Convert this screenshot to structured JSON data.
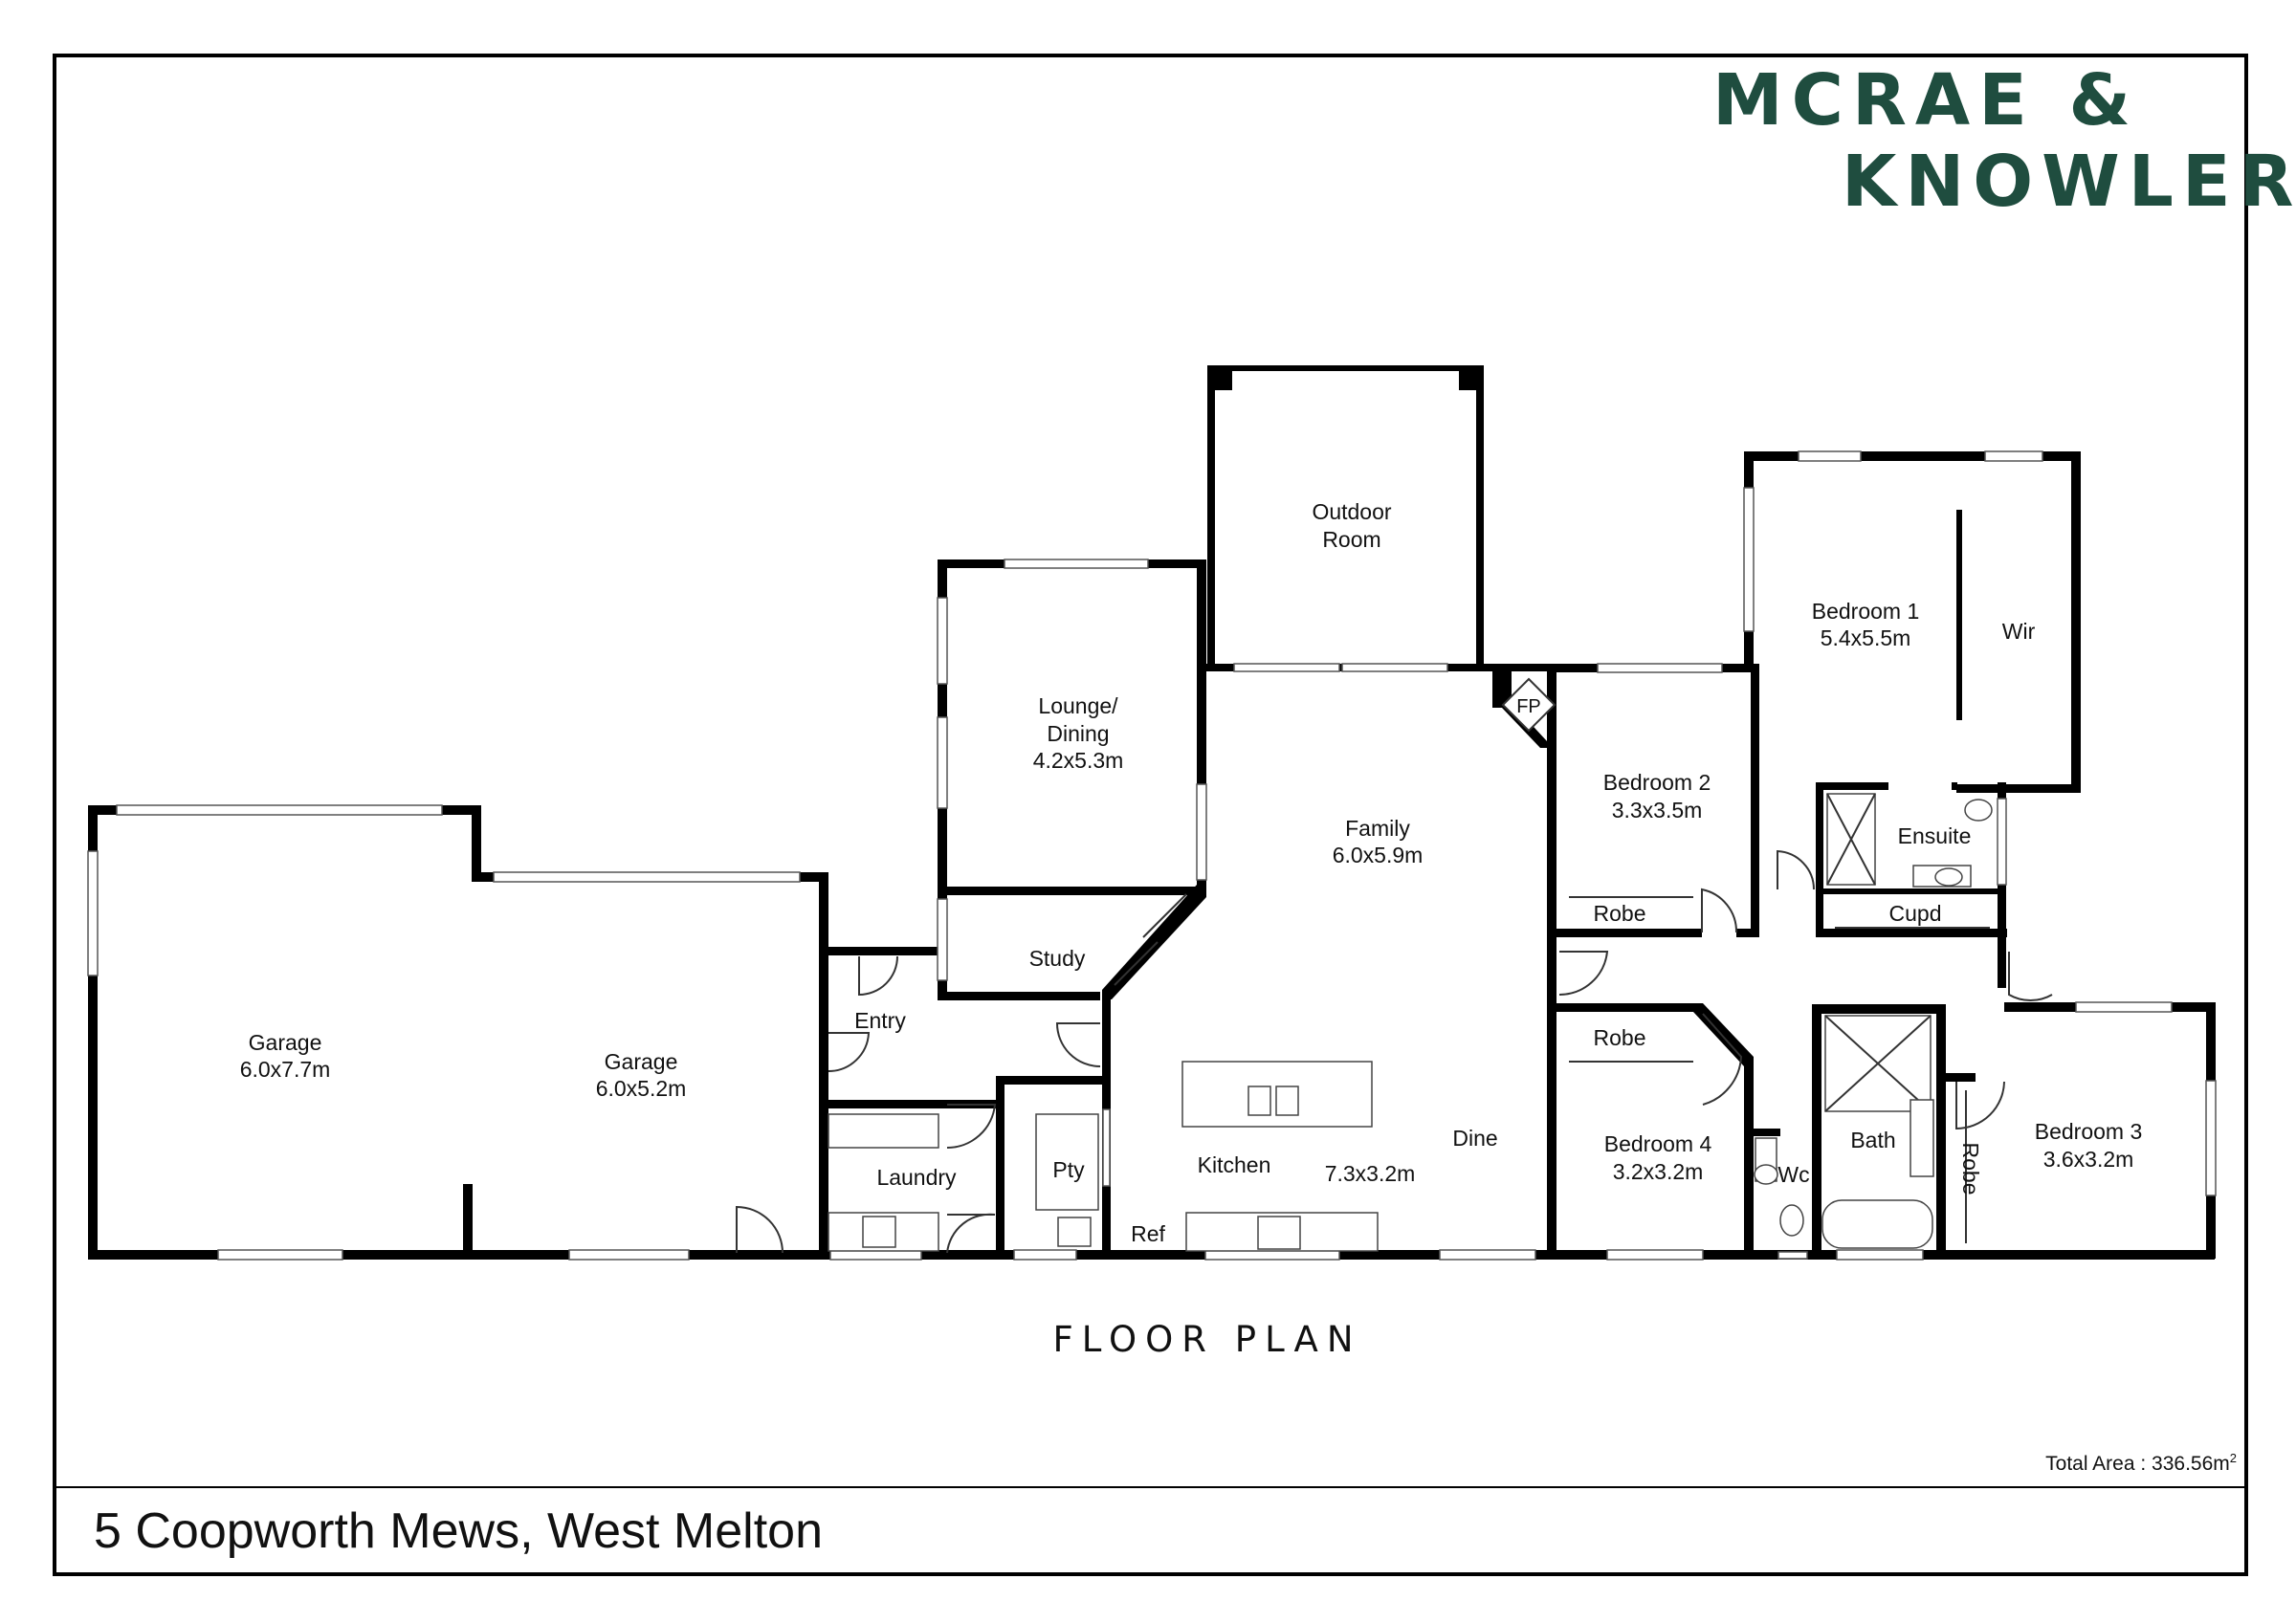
{
  "brand": {
    "line1": "MCRAE &",
    "line2": "KNOWLER"
  },
  "caption": "FLOOR PLAN",
  "address": "5 Coopworth Mews, West Melton",
  "total_area": {
    "label": "Total Area : 336.56m",
    "unit_sup": "2"
  },
  "rooms": {
    "outdoor_room": {
      "name_line1": "Outdoor",
      "name_line2": "Room"
    },
    "bedroom_1": {
      "name": "Bedroom 1",
      "size": "5.4x5.5m"
    },
    "wir": {
      "name": "Wir"
    },
    "lounge_dining": {
      "name_line1": "Lounge/",
      "name_line2": "Dining",
      "size": "4.2x5.3m"
    },
    "fireplace": {
      "name": "FP"
    },
    "family": {
      "name": "Family",
      "size": "6.0x5.9m"
    },
    "bedroom_2": {
      "name": "Bedroom 2",
      "size": "3.3x3.5m"
    },
    "ensuite": {
      "name": "Ensuite"
    },
    "robe_bed2": {
      "name": "Robe"
    },
    "cupd": {
      "name": "Cupd"
    },
    "study": {
      "name": "Study"
    },
    "entry": {
      "name": "Entry"
    },
    "garage_1": {
      "name": "Garage",
      "size": "6.0x7.7m"
    },
    "garage_2": {
      "name": "Garage",
      "size": "6.0x5.2m"
    },
    "robe_bed4": {
      "name": "Robe"
    },
    "bedroom_4": {
      "name": "Bedroom 4",
      "size": "3.2x3.2m"
    },
    "bath": {
      "name": "Bath"
    },
    "wc": {
      "name": "Wc"
    },
    "robe_bed3": {
      "name": "Robe"
    },
    "bedroom_3": {
      "name": "Bedroom 3",
      "size": "3.6x3.2m"
    },
    "laundry": {
      "name": "Laundry"
    },
    "pantry": {
      "name": "Pty"
    },
    "kitchen": {
      "name": "Kitchen",
      "size": "7.3x3.2m"
    },
    "dine": {
      "name": "Dine"
    },
    "fridge": {
      "name": "Ref"
    }
  }
}
